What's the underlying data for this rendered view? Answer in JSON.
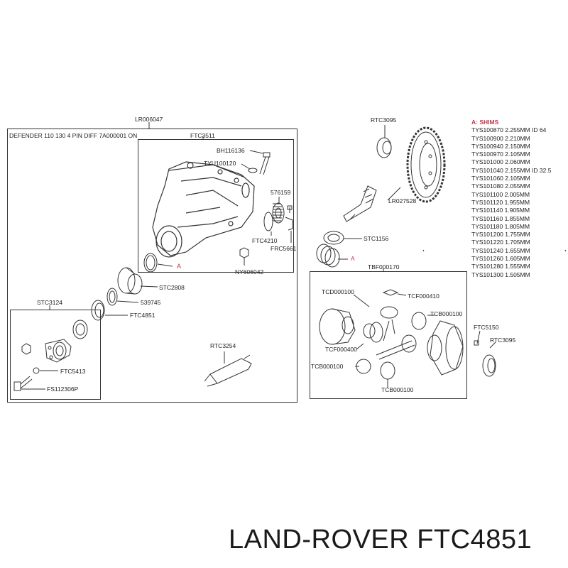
{
  "labels": {
    "lr006047": "LR006047",
    "defender": "DEFENDER 110 130 4 PIN DIFF 7A000001 ON",
    "ftc3511": "FTC3511",
    "bh116136": "BH116136",
    "tyu100120": "TYU100120",
    "n576159": "576159",
    "ftc4210": "FTC4210",
    "frc5661": "FRC5661",
    "ny606042": "NY606042",
    "a1": "A",
    "stc2808": "STC2808",
    "n539745": "539745",
    "ftc4851": "FTC4851",
    "stc3124": "STC3124",
    "ftc5413": "FTC5413",
    "fs112306p": "FS112306P",
    "rtc3254": "RTC3254",
    "rtc3095_top": "RTC3095",
    "lr027528": "LR027528",
    "stc1156": "STC1156",
    "a2": "A",
    "tbf000170": "TBF000170",
    "tcd000100": "TCD000100",
    "tcf000410": "TCF000410",
    "tcb000100_r": "TCB000100",
    "tcf000400": "TCF000400",
    "tcb000100_l": "TCB000100",
    "tcb000100_b": "TCB000100",
    "ftc5150": "FTC5150",
    "rtc3095_bot": "RTC3095"
  },
  "shims": {
    "title": "A: SHIMS",
    "items": [
      "TYS100870 2.255MM ID 64",
      "TYS100900 2.210MM",
      "TYS100940 2.150MM",
      "TYS100970 2.105MM",
      "TYS101000 2.060MM",
      "TYS101040 2.155MM ID 32.5",
      "TYS101060 2.105MM",
      "TYS101080 2.055MM",
      "TYS101100 2.005MM",
      "TYS101120 1.955MM",
      "TYS101140 1.905MM",
      "TYS101160 1.855MM",
      "TYS101180 1.805MM",
      "TYS101200 1.755MM",
      "TYS101220 1.705MM",
      "TYS101240 1.655MM",
      "TYS101260 1.605MM",
      "TYS101280 1.555MM",
      "TYS101300 1.505MM"
    ]
  },
  "brand": "LAND-ROVER FTC4851",
  "colors": {
    "accent": "#c8354a",
    "line": "#333333"
  }
}
